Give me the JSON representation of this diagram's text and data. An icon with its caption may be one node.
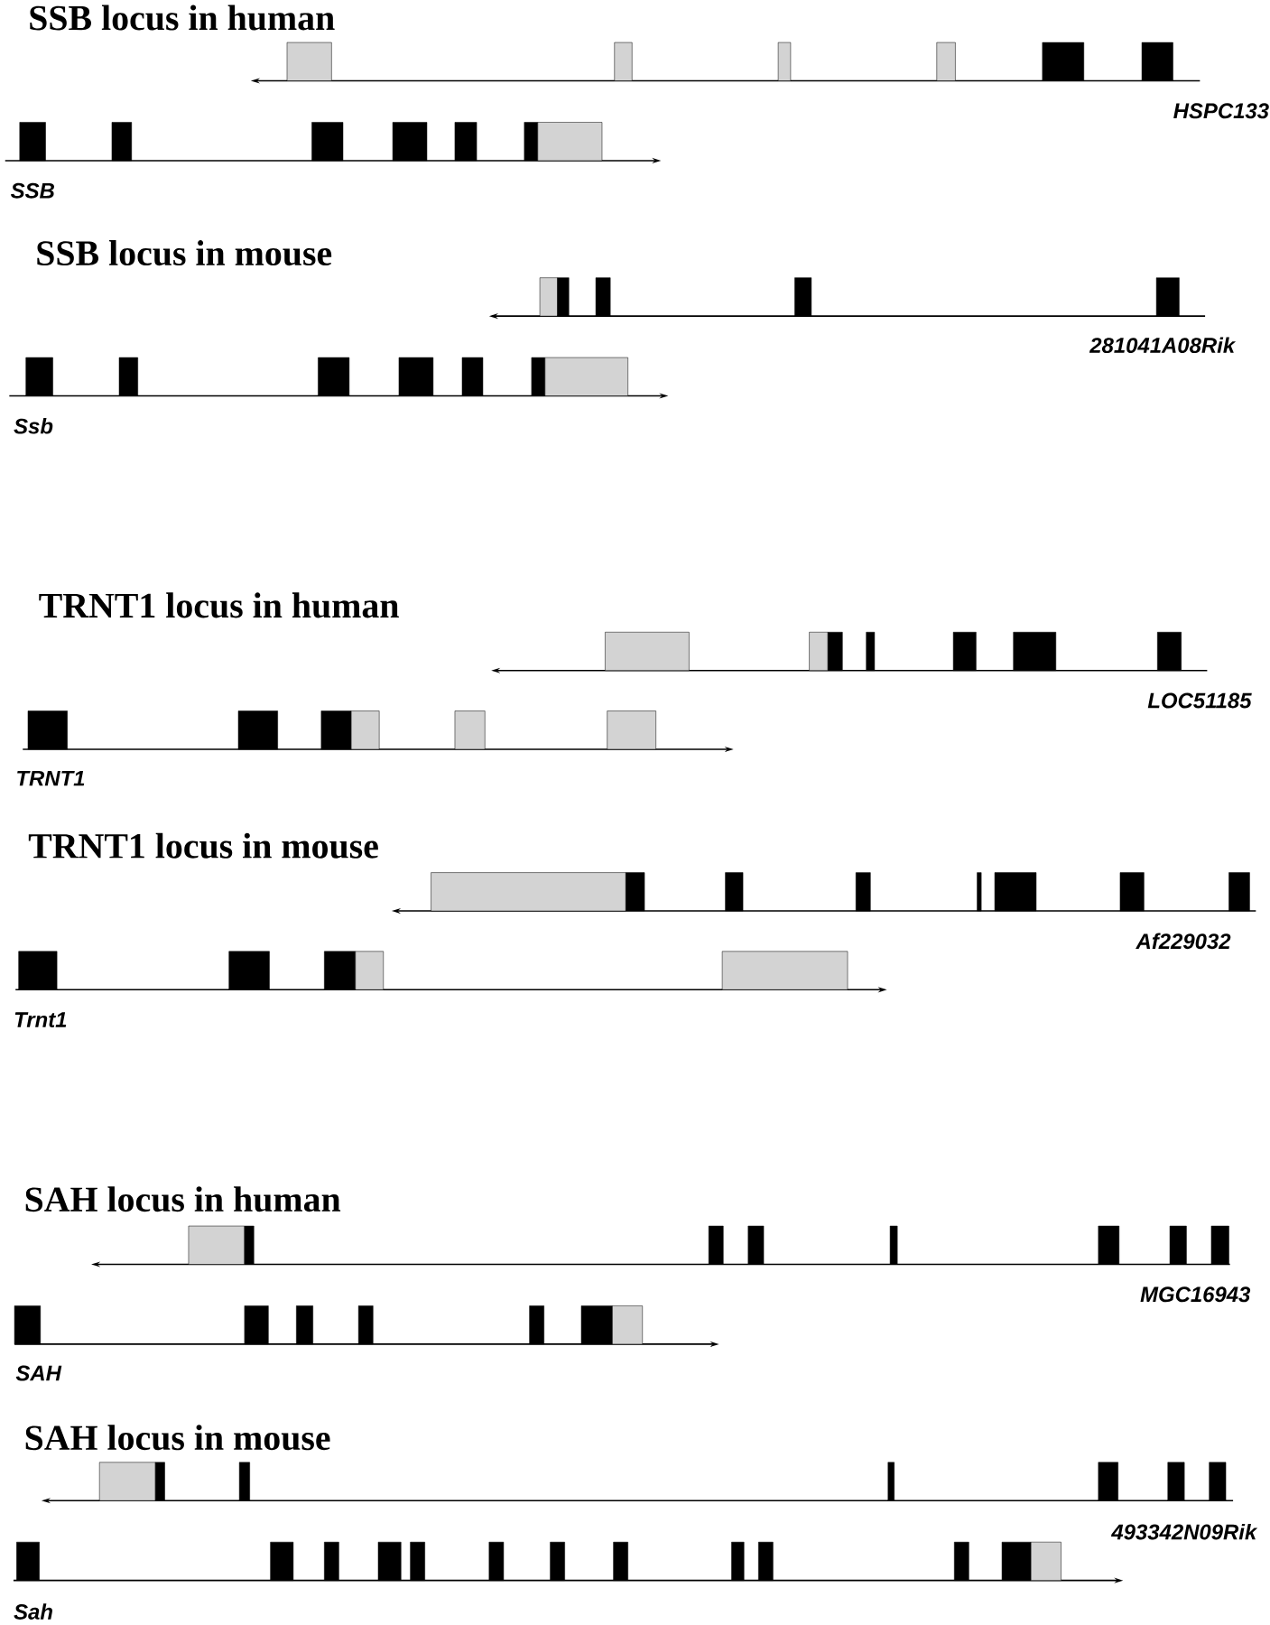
{
  "diagram": {
    "labels": [
      "SSB locus in human",
      "HSPC133",
      "SSB",
      "SSB locus in mouse",
      "281041A08Rik",
      "Ssb",
      "TRNT1 locus in human",
      "LOC51185",
      "TRNT1",
      "TRNT1 locus in mouse",
      "Af229032",
      "Trnt1",
      "SAH locus in human",
      "MGC16943",
      "SAH",
      "SAH locus in mouse",
      "493342N09Rik",
      "Sah"
    ]
  }
}
